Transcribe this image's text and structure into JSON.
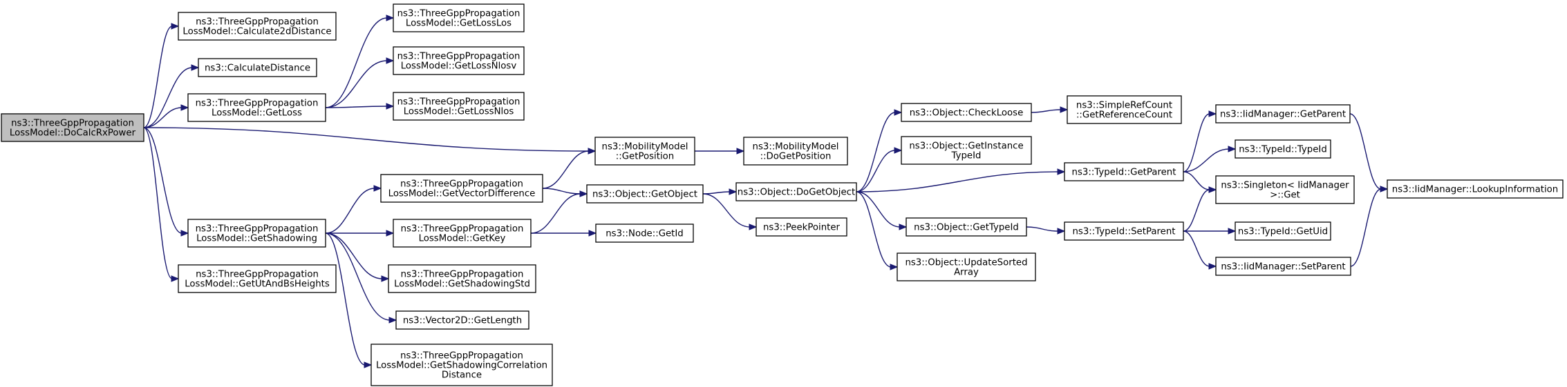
{
  "nodes": [
    {
      "id": "root",
      "lines": [
        "ns3::ThreeGppPropagation",
        "LossModel::DoCalcRxPower"
      ],
      "root": true
    },
    {
      "id": "calc2d",
      "lines": [
        "ns3::ThreeGppPropagation",
        "LossModel::Calculate2dDistance"
      ]
    },
    {
      "id": "calcdist",
      "lines": [
        "ns3::CalculateDistance"
      ]
    },
    {
      "id": "getloss",
      "lines": [
        "ns3::ThreeGppPropagation",
        "LossModel::GetLoss"
      ]
    },
    {
      "id": "getshadowing",
      "lines": [
        "ns3::ThreeGppPropagation",
        "LossModel::GetShadowing"
      ]
    },
    {
      "id": "getutbs",
      "lines": [
        "ns3::ThreeGppPropagation",
        "LossModel::GetUtAndBsHeights"
      ]
    },
    {
      "id": "lossLos",
      "lines": [
        "ns3::ThreeGppPropagation",
        "LossModel::GetLossLos"
      ]
    },
    {
      "id": "lossNlosv",
      "lines": [
        "ns3::ThreeGppPropagation",
        "LossModel::GetLossNlosv"
      ]
    },
    {
      "id": "lossNlos",
      "lines": [
        "ns3::ThreeGppPropagation",
        "LossModel::GetLossNlos"
      ]
    },
    {
      "id": "vecdiff",
      "lines": [
        "ns3::ThreeGppPropagation",
        "LossModel::GetVectorDifference"
      ]
    },
    {
      "id": "getkey",
      "lines": [
        "ns3::ThreeGppPropagation",
        "LossModel::GetKey"
      ]
    },
    {
      "id": "shadowstd",
      "lines": [
        "ns3::ThreeGppPropagation",
        "LossModel::GetShadowingStd"
      ]
    },
    {
      "id": "veclen",
      "lines": [
        "ns3::Vector2D::GetLength"
      ]
    },
    {
      "id": "shadowcorr",
      "lines": [
        "ns3::ThreeGppPropagation",
        "LossModel::GetShadowingCorrelation",
        "Distance"
      ]
    },
    {
      "id": "getpos",
      "lines": [
        "ns3::MobilityModel",
        "::GetPosition"
      ]
    },
    {
      "id": "dogetpos",
      "lines": [
        "ns3::MobilityModel",
        "::DoGetPosition"
      ]
    },
    {
      "id": "getobject",
      "lines": [
        "ns3::Object::GetObject"
      ]
    },
    {
      "id": "nodegetid",
      "lines": [
        "ns3::Node::GetId"
      ]
    },
    {
      "id": "dogetobject",
      "lines": [
        "ns3::Object::DoGetObject"
      ]
    },
    {
      "id": "peekptr",
      "lines": [
        "ns3::PeekPointer"
      ]
    },
    {
      "id": "checkloose",
      "lines": [
        "ns3::Object::CheckLoose"
      ]
    },
    {
      "id": "getinsttid",
      "lines": [
        "ns3::Object::GetInstance",
        "TypeId"
      ]
    },
    {
      "id": "objgettid",
      "lines": [
        "ns3::Object::GetTypeId"
      ]
    },
    {
      "id": "updsorted",
      "lines": [
        "ns3::Object::UpdateSorted",
        "Array"
      ]
    },
    {
      "id": "refcount",
      "lines": [
        "ns3::SimpleRefCount",
        "::GetReferenceCount"
      ]
    },
    {
      "id": "tidgetparent",
      "lines": [
        "ns3::TypeId::GetParent"
      ]
    },
    {
      "id": "tidsetparent",
      "lines": [
        "ns3::TypeId::SetParent"
      ]
    },
    {
      "id": "iidgetparent",
      "lines": [
        "ns3::IidManager::GetParent"
      ]
    },
    {
      "id": "tidtid",
      "lines": [
        "ns3::TypeId::TypeId"
      ]
    },
    {
      "id": "singleton",
      "lines": [
        "ns3::Singleton< IidManager",
        " >::Get"
      ]
    },
    {
      "id": "tidgetuid",
      "lines": [
        "ns3::TypeId::GetUid"
      ]
    },
    {
      "id": "iidsetparent",
      "lines": [
        "ns3::IidManager::SetParent"
      ]
    },
    {
      "id": "lookup",
      "lines": [
        "ns3::IidManager::LookupInformation"
      ]
    }
  ],
  "edges": [
    [
      "root",
      "calc2d"
    ],
    [
      "root",
      "calcdist"
    ],
    [
      "root",
      "getloss"
    ],
    [
      "root",
      "getpos"
    ],
    [
      "root",
      "getshadowing"
    ],
    [
      "root",
      "getutbs"
    ],
    [
      "getloss",
      "lossLos"
    ],
    [
      "getloss",
      "lossNlosv"
    ],
    [
      "getloss",
      "lossNlos"
    ],
    [
      "getshadowing",
      "vecdiff"
    ],
    [
      "getshadowing",
      "getkey"
    ],
    [
      "getshadowing",
      "shadowstd"
    ],
    [
      "getshadowing",
      "veclen"
    ],
    [
      "getshadowing",
      "shadowcorr"
    ],
    [
      "vecdiff",
      "getpos"
    ],
    [
      "vecdiff",
      "getobject"
    ],
    [
      "getkey",
      "getobject"
    ],
    [
      "getkey",
      "nodegetid"
    ],
    [
      "getpos",
      "dogetpos"
    ],
    [
      "getobject",
      "dogetobject"
    ],
    [
      "getobject",
      "peekptr"
    ],
    [
      "dogetobject",
      "checkloose"
    ],
    [
      "dogetobject",
      "getinsttid"
    ],
    [
      "dogetobject",
      "tidgetparent"
    ],
    [
      "dogetobject",
      "objgettid"
    ],
    [
      "dogetobject",
      "updsorted"
    ],
    [
      "checkloose",
      "refcount"
    ],
    [
      "objgettid",
      "tidsetparent"
    ],
    [
      "tidgetparent",
      "iidgetparent"
    ],
    [
      "tidgetparent",
      "tidtid"
    ],
    [
      "tidgetparent",
      "singleton"
    ],
    [
      "tidsetparent",
      "singleton"
    ],
    [
      "tidsetparent",
      "tidgetuid"
    ],
    [
      "tidsetparent",
      "iidsetparent"
    ],
    [
      "iidgetparent",
      "lookup"
    ],
    [
      "iidsetparent",
      "lookup"
    ]
  ]
}
